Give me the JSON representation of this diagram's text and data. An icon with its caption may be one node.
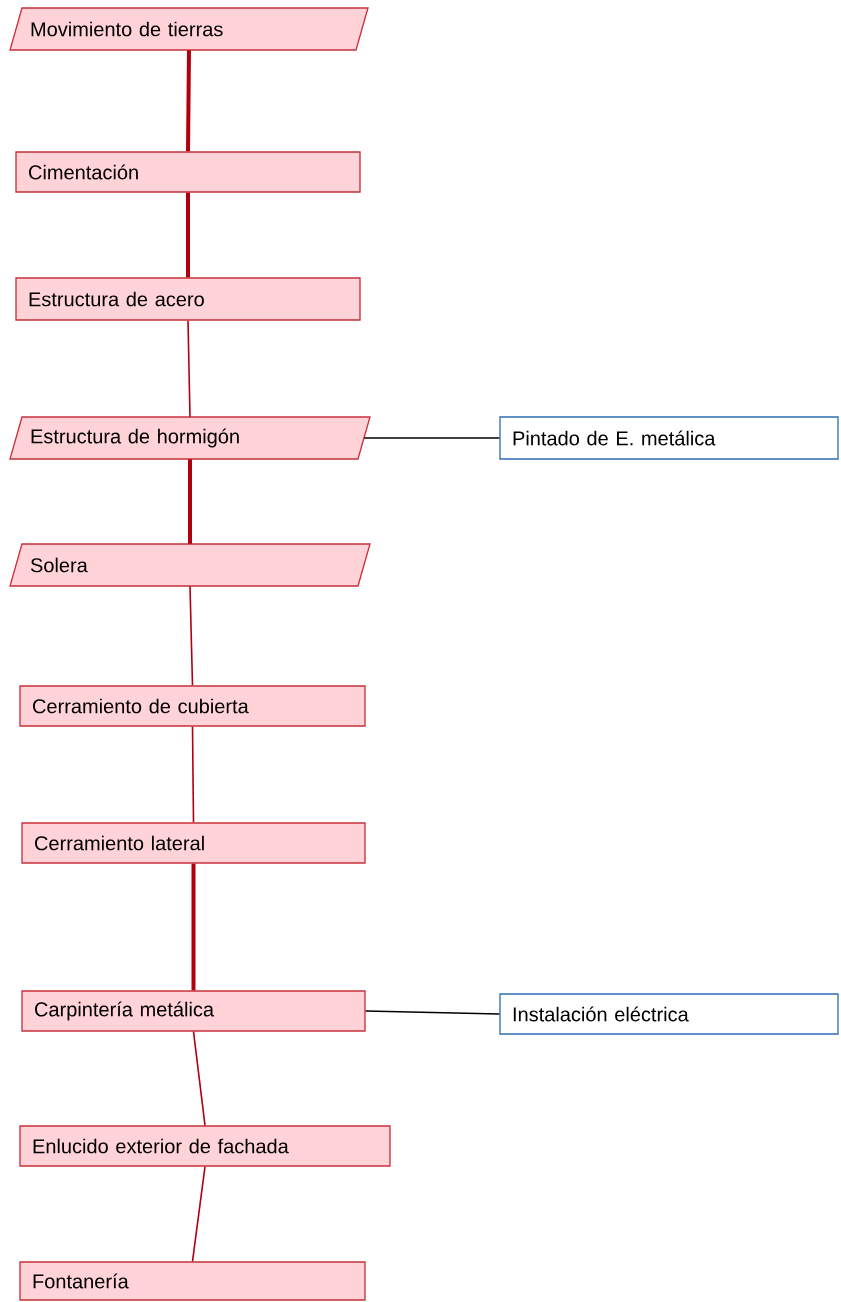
{
  "diagram": {
    "nodes": [
      {
        "text": [
          "Movimiento de tierras"
        ]
      },
      {
        "text": [
          "Cimentación"
        ]
      },
      {
        "text": [
          "Estructura de acero"
        ]
      },
      {
        "text": [
          "Estructura de hormigón"
        ]
      },
      {
        "text": [
          "Pintado de E. metálica"
        ]
      },
      {
        "text": [
          "Solera"
        ]
      },
      {
        "text": [
          "Cerramiento de cubierta"
        ]
      },
      {
        "text": [
          "Cerramiento lateral"
        ]
      },
      {
        "text": [
          "Carpintería metálica"
        ]
      },
      {
        "text": [
          "Instalación eléctrica"
        ]
      },
      {
        "text": [
          "Enlucido exterior de fachada"
        ]
      },
      {
        "text": [
          "Fontanería"
        ]
      }
    ],
    "edges": [
      {
        "from": 0,
        "to": 1,
        "arrow": "none",
        "style": "thick"
      },
      {
        "from": 1,
        "to": 2,
        "arrow": "none",
        "style": "thick"
      },
      {
        "from": 2,
        "to": 3,
        "arrow": "none"
      },
      {
        "from": 3,
        "to": 4,
        "arrow": "none",
        "color": "#000000"
      },
      {
        "from": 3,
        "to": 5,
        "arrow": "none",
        "style": "thick"
      },
      {
        "from": 5,
        "to": 6,
        "arrow": "none"
      },
      {
        "from": 6,
        "to": 7,
        "arrow": "none"
      },
      {
        "from": 7,
        "to": 8,
        "arrow": "none",
        "style": "thick"
      },
      {
        "from": 8,
        "to": 9,
        "arrow": "none",
        "color": "#000000"
      },
      {
        "from": 8,
        "to": 10,
        "arrow": "none"
      },
      {
        "from": 10,
        "to": 11,
        "arrow": "none"
      }
    ]
  }
}
